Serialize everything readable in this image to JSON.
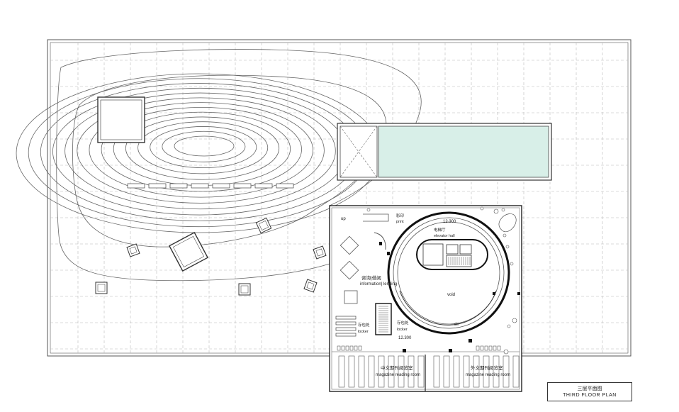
{
  "plan": {
    "title_cn": "三层平面图",
    "title_en": "THIRD FLOOR PLAN"
  },
  "labels": {
    "up": "up",
    "print_cn": "影印",
    "print_en": "print",
    "level_top": "12.300",
    "elevator_cn": "电梯厅",
    "elevator_en": "elevator hall",
    "info_cn": "咨询|借阅",
    "info_en": "information| lending",
    "void": "void",
    "locker_left_cn": "存包处",
    "locker_left_en": "locker",
    "locker_right_cn": "存包处",
    "locker_right_en": "locker",
    "level_bottom": "12.300",
    "dn": "dn",
    "reading_cn_left": "中文期刊阅览室",
    "reading_en_left": "magazine reading room",
    "reading_cn_right": "外文期刊阅览室",
    "reading_en_right": "magazine reading room"
  },
  "colors": {
    "line": "#555555",
    "grid": "#b5b5b5",
    "pool": "#d8efe8",
    "wall": "#111111"
  }
}
